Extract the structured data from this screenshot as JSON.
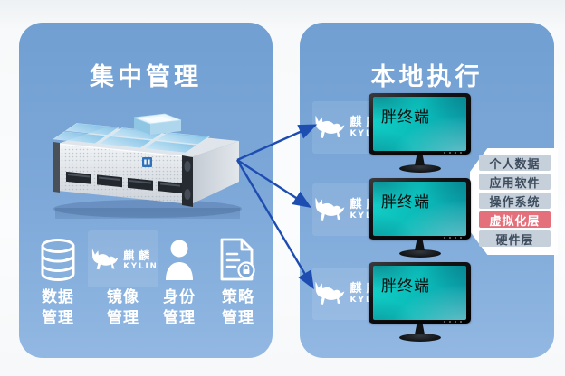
{
  "left_panel": {
    "title": "集中管理",
    "managers": [
      {
        "icon": "database-icon",
        "line1": "数据",
        "line2": "管理"
      },
      {
        "icon": "kylin-logo",
        "line1": "镜像",
        "line2": "管理"
      },
      {
        "icon": "person-icon",
        "line1": "身份",
        "line2": "管理"
      },
      {
        "icon": "policy-doc-icon",
        "line1": "策略",
        "line2": "管理"
      }
    ]
  },
  "right_panel": {
    "title": "本地执行",
    "terminals": [
      {
        "screen_label": "胖终端"
      },
      {
        "screen_label": "胖终端"
      },
      {
        "screen_label": "胖终端"
      }
    ],
    "layer_stack": {
      "layers": [
        {
          "label": "个人数据",
          "highlight": false
        },
        {
          "label": "应用软件",
          "highlight": false
        },
        {
          "label": "操作系统",
          "highlight": false
        },
        {
          "label": "虚拟化层",
          "highlight": true
        },
        {
          "label": "硬件层",
          "highlight": false
        }
      ]
    }
  },
  "brand": {
    "cn": "麒麟",
    "en": "KYLIN"
  },
  "colors": {
    "panel_blue_top": "#719fd2",
    "panel_blue_bottom": "#92b8e2",
    "arrow_blue": "#1e4db2",
    "layer_row_bg": "#c6d0db",
    "layer_row_text": "#3e4d5d",
    "layer_highlight_bg": "#e4707b",
    "screen_teal": "#0abcb9",
    "title_text": "#ffffff"
  }
}
